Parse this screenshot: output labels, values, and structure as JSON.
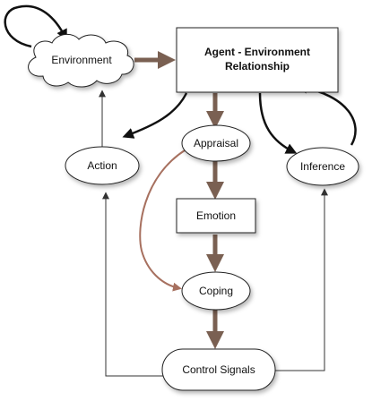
{
  "nodes": {
    "environment": "Environment",
    "relationship_line1": "Agent - Environment",
    "relationship_line2": "Relationship",
    "appraisal": "Appraisal",
    "action": "Action",
    "inference": "Inference",
    "emotion": "Emotion",
    "coping": "Coping",
    "control_signals": "Control Signals"
  },
  "colors": {
    "edge_brown": "#7a6052",
    "edge_bold_black": "#111111",
    "edge_thin_black": "#333333",
    "edge_salmon": "#a7705f"
  }
}
